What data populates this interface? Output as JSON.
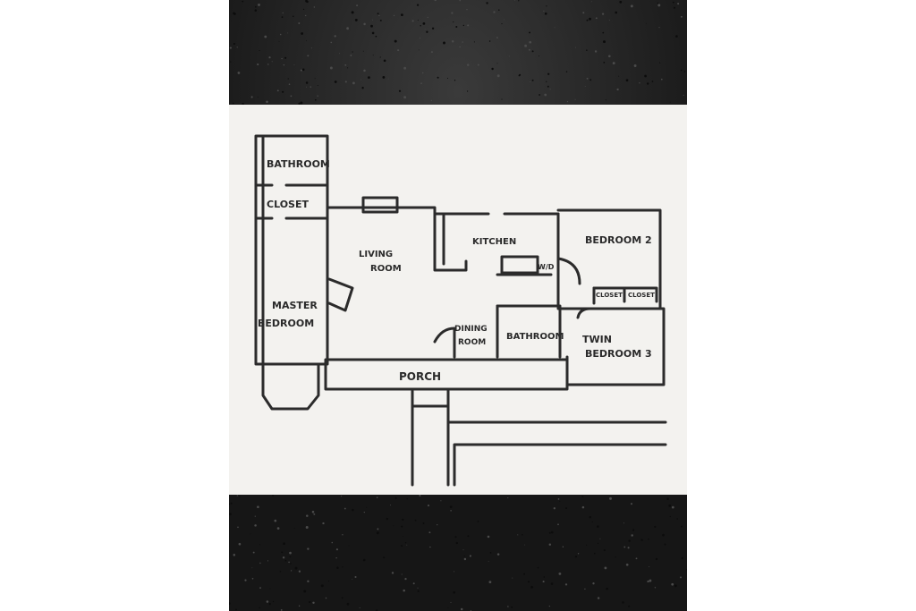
{
  "floor_plan": {
    "rooms": {
      "bathroom_top": "BATHROOM",
      "closet_top": "CLOSET",
      "master_line1": "MASTER",
      "master_line2": "BEDROOM",
      "living_line1": "LIVING",
      "living_line2": "ROOM",
      "kitchen": "KITCHEN",
      "wd": "W/D",
      "bedroom2": "BEDROOM 2",
      "closet_small_1": "CLOSET",
      "closet_small_2": "CLOSET",
      "dining_line1": "DINING",
      "dining_line2": "ROOM",
      "bathroom_mid": "BATHROOM",
      "twin_line1": "TWIN",
      "twin_line2": "BEDROOM 3",
      "porch": "PORCH"
    }
  }
}
